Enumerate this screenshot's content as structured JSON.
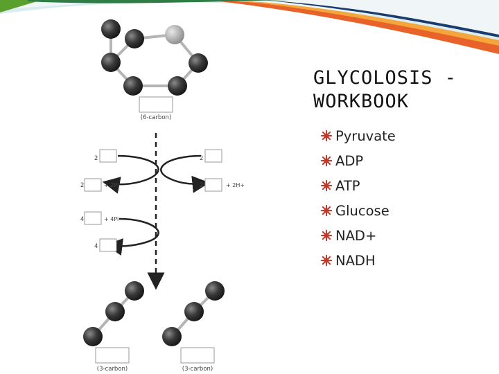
{
  "slide": {
    "title": "GLYCOLOSIS -\nWORKBOOK",
    "bullets": [
      "Pyruvate",
      "ADP",
      "ATP",
      "Glucose",
      "NAD+",
      "NADH"
    ]
  },
  "diagram": {
    "six_carbon_label": "(6-carbon)",
    "three_carbon_label_left": "(3-carbon)",
    "three_carbon_label_right": "(3-carbon)",
    "step1_left_top_num": "2",
    "step1_left_bottom_num": "2",
    "step1_left_bottom_suffix": "+ 2Pi",
    "step1_right_top_num": "2",
    "step1_right_bottom_num": "2",
    "step1_right_bottom_suffix": "+ 2H+",
    "step2_left_top_num": "4",
    "step2_left_top_suffix": "+ 4Pi",
    "step2_left_bottom_num": "4"
  },
  "colors": {
    "banner_green": "#5aa02c",
    "banner_orange": "#e8632a",
    "banner_blue": "#1a3c6e",
    "bullet_color": "#c0392b"
  }
}
